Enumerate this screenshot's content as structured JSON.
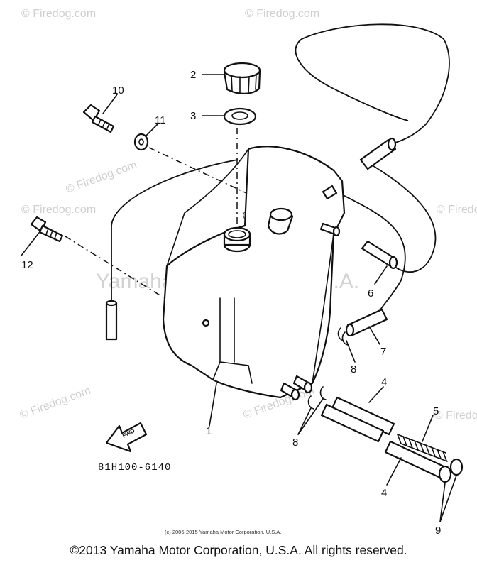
{
  "diagram": {
    "part_labels": [
      "1",
      "2",
      "3",
      "4",
      "4",
      "5",
      "6",
      "7",
      "8",
      "8",
      "9",
      "10",
      "11",
      "12"
    ],
    "fwd_arrow_label": "FWD",
    "drawing_code": "81H100-6140",
    "small_copyright": "(c) 2005-2015 Yamaha Motor Corporation, U.S.A.",
    "watermarks": {
      "site": "© Firedog.com",
      "center": "Yamaha Motor Corp, U.S.A.",
      "center_tm": "TM"
    }
  },
  "footer": {
    "copyright": "©2013 Yamaha Motor Corporation, U.S.A. All rights reserved."
  }
}
